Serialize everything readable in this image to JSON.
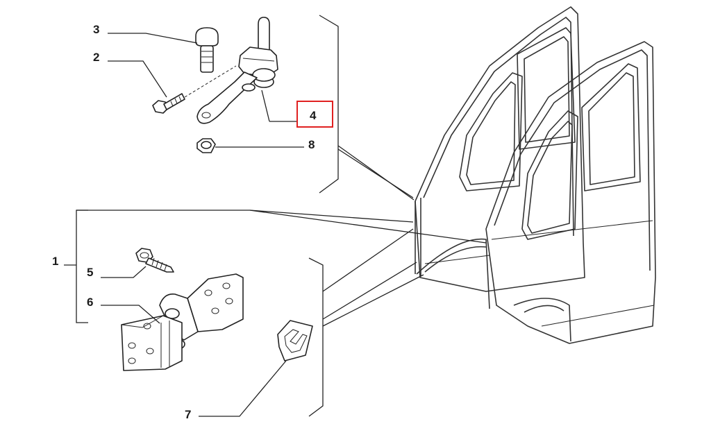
{
  "callouts": {
    "c1": "1",
    "c2": "2",
    "c3": "3",
    "c4": "4",
    "c5": "5",
    "c6": "6",
    "c7": "7",
    "c8": "8"
  },
  "highlight": {
    "part": "4",
    "color": "#e02020"
  },
  "icons": {
    "bolt": "hex-bolt-icon",
    "nut": "hex-nut-icon",
    "hinge": "door-hinge-icon",
    "clip": "spring-clip-icon",
    "check_arm": "door-check-arm-icon",
    "cab": "van-cab-doors-icon"
  }
}
